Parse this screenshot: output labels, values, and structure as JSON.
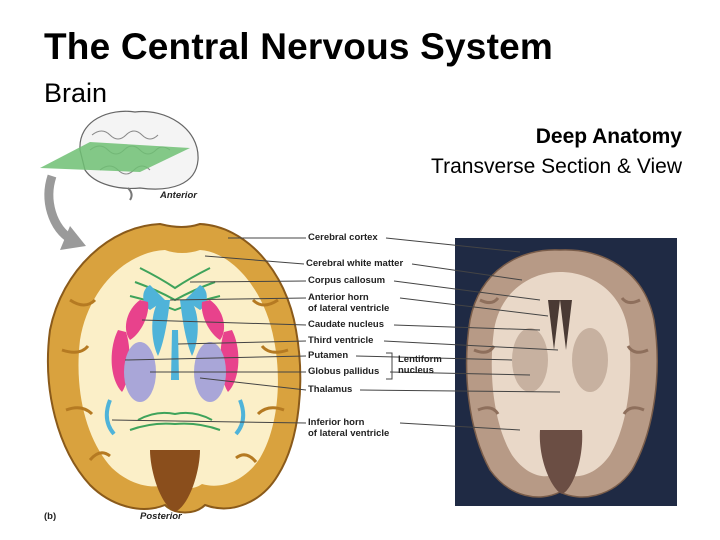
{
  "title": "The Central Nervous System",
  "subtitle": "Brain",
  "section_title": "Deep Anatomy",
  "section_subtitle": "Transverse Section & View",
  "orientation": {
    "anterior": "Anterior",
    "posterior": "Posterior",
    "panel": "(b)"
  },
  "labels": {
    "cerebral_cortex": "Cerebral cortex",
    "cerebral_white_matter": "Cerebral white matter",
    "corpus_callosum": "Corpus callosum",
    "anterior_horn_1": "Anterior horn",
    "anterior_horn_2": "of lateral ventricle",
    "caudate_nucleus": "Caudate nucleus",
    "third_ventricle": "Third ventricle",
    "putamen": "Putamen",
    "globus_pallidus": "Globus pallidus",
    "thalamus": "Thalamus",
    "inferior_horn_1": "Inferior horn",
    "inferior_horn_2": "of lateral ventricle",
    "lentiform_1": "Lentiform",
    "lentiform_2": "nucleus"
  },
  "colors": {
    "cortex": "#d9a23e",
    "white_matter": "#fbefc8",
    "ventricle": "#4fb3d9",
    "caudate": "#e8428c",
    "thalamus": "#a9a6d8",
    "photo_bg": "#1f2a44",
    "photo_tissue": "#b79a86"
  }
}
